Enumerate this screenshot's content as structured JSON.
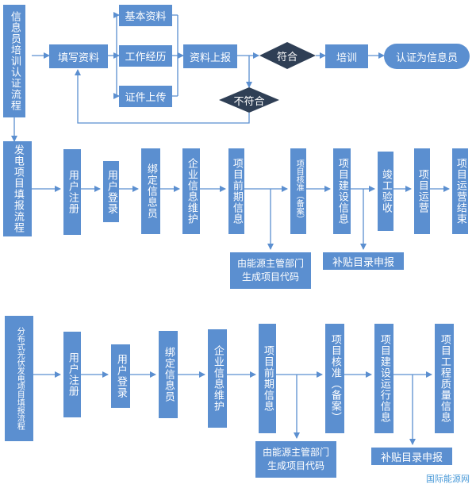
{
  "section1": {
    "title": "信息员培训认证流程",
    "fill": "填写资料",
    "basic": "基本资料",
    "work": "工作经历",
    "cert": "证件上传",
    "upload": "资料上报",
    "match": "符合",
    "notmatch": "不符合",
    "train": "培训",
    "become": "认证为信息员"
  },
  "section2": {
    "title": "发电项目填报流程",
    "register": "用户注册",
    "login": "用户登录",
    "bind": "绑定信息员",
    "corp": "企业信息维护",
    "pre": "项目前期信息",
    "approve": "项目核准（备案）",
    "build": "项目建设信息",
    "accept": "竣工验收",
    "operate": "项目运营",
    "end": "项目运营结束",
    "code": "由能源主管部门生成项目代码",
    "subsidy": "补贴目录申报"
  },
  "section3": {
    "title": "分布式光伏发电项目填报流程",
    "register": "用户注册",
    "login": "用户登录",
    "bind": "绑定信息员",
    "corp": "企业信息维护",
    "pre": "项目前期信息",
    "approve": "项目核准（备案）",
    "buildop": "项目建设运行信息",
    "quality": "项目工程质量信息",
    "code": "由能源主管部门生成项目代码",
    "subsidy": "补贴目录申报"
  },
  "watermark": "国际能源网",
  "colors": {
    "box": "#5b8fd0",
    "line": "#5b8fd0",
    "dark": "#2f3f55"
  }
}
